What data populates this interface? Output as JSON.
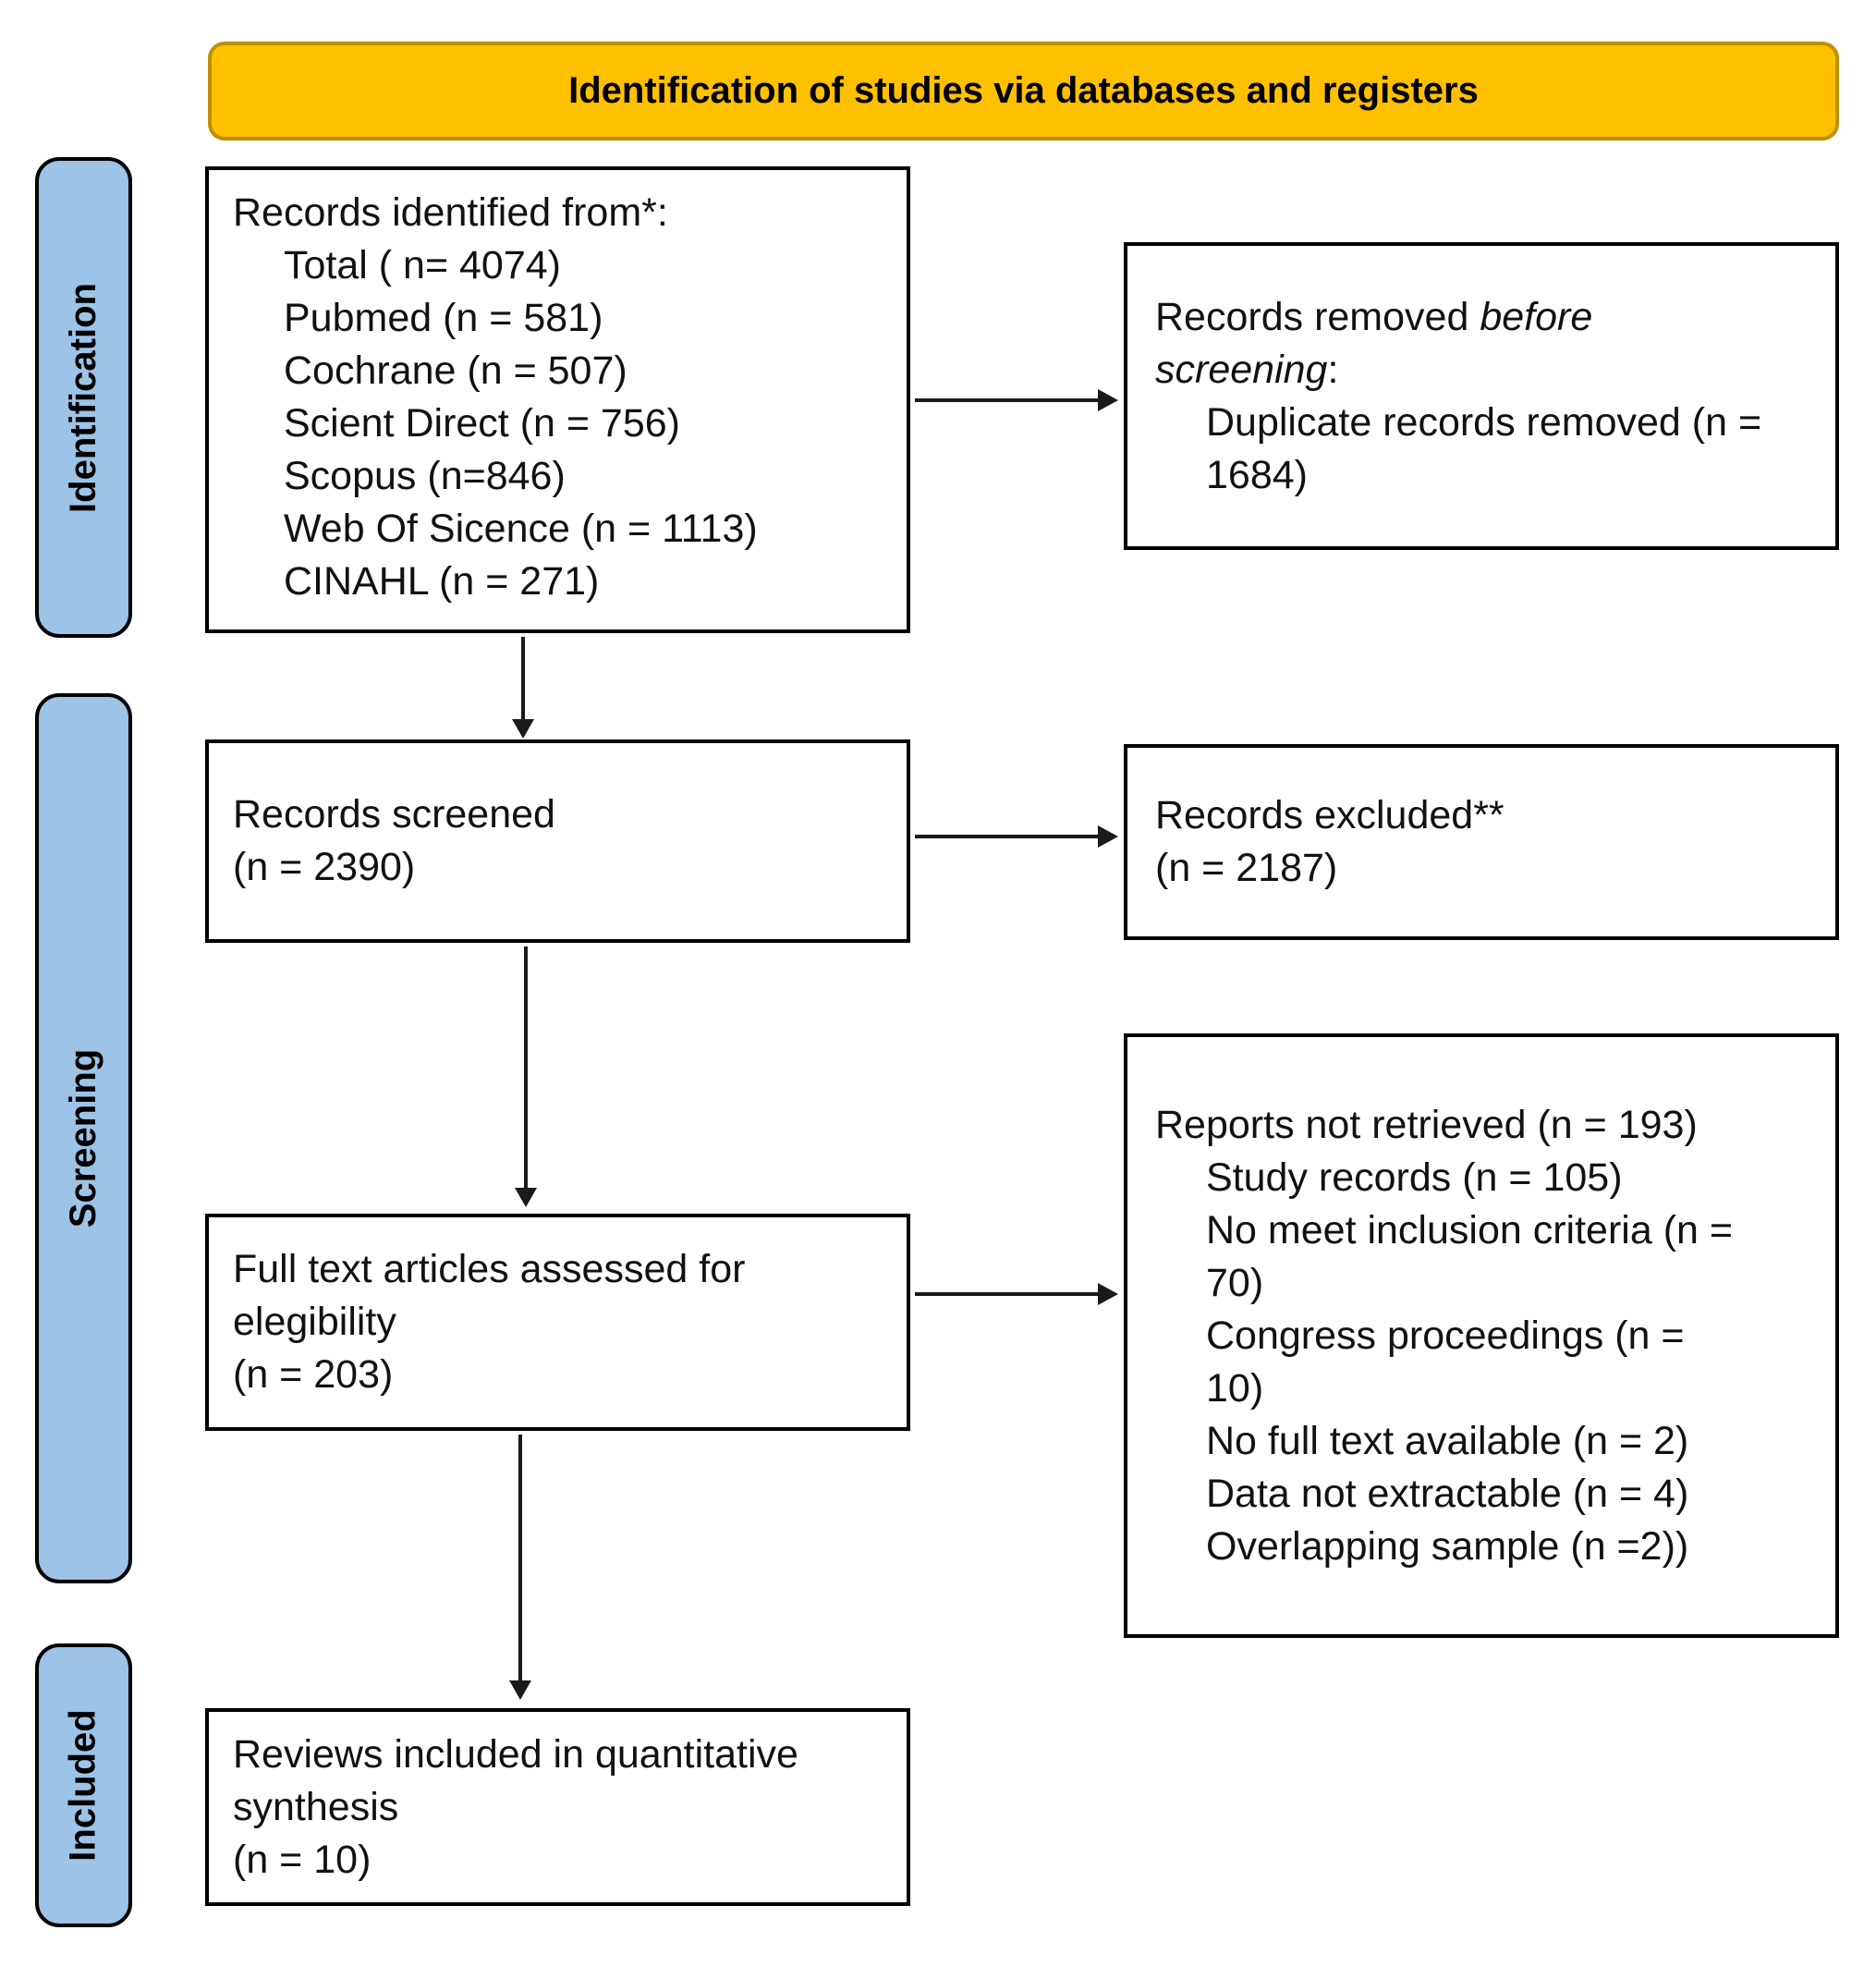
{
  "banner": {
    "title": "Identification of studies via databases and registers"
  },
  "stages": {
    "identification": "Identification",
    "screening": "Screening",
    "included": "Included"
  },
  "boxes": {
    "identified": {
      "title": "Records identified from*:",
      "items": [
        "Total ( n= 4074)",
        "Pubmed (n = 581)",
        "Cochrane (n = 507)",
        "Scient Direct (n = 756)",
        "Scopus (n=846)",
        "Web Of Sicence (n = 1113)",
        "CINAHL (n = 271)"
      ]
    },
    "removed_before_screening": {
      "title_prefix": "Records removed ",
      "title_italic": "before screening",
      "title_colon": ":",
      "items": [
        "Duplicate records removed (n = 1684)"
      ]
    },
    "screened": {
      "line1": "Records screened",
      "line2": "(n = 2390)"
    },
    "excluded": {
      "line1": "Records excluded**",
      "line2": "(n = 2187)"
    },
    "fulltext": {
      "line1": "Full text articles assessed for elegibility",
      "line2": "(n = 203)"
    },
    "not_retrieved": {
      "title": "Reports not retrieved (n = 193)",
      "items": [
        "Study records (n = 105)",
        "No meet inclusion criteria (n = 70)",
        "Congress proceedings (n = 10)",
        "No full text available (n = 2)",
        "Data not extractable (n = 4)",
        "Overlapping sample (n =2))"
      ]
    },
    "included_reviews": {
      "line1": "Reviews included in quantitative synthesis",
      "line2": "(n = 10)"
    }
  },
  "colors": {
    "banner_fill": "#FFC000",
    "banner_border": "#BF9000",
    "stage_fill": "#9DC3E6",
    "box_border": "#000000",
    "arrow": "#1A1A1A"
  }
}
